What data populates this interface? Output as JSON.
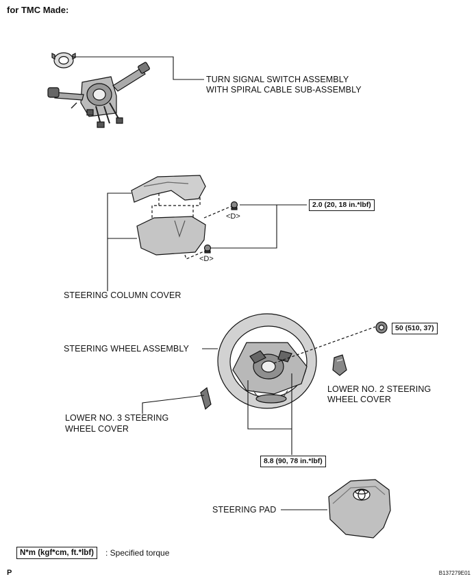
{
  "heading": "for TMC Made:",
  "labels": {
    "turn_signal_line1": "TURN SIGNAL SWITCH ASSEMBLY",
    "turn_signal_line2": "WITH SPIRAL CABLE SUB-ASSEMBLY",
    "steering_column_cover": "STEERING COLUMN COVER",
    "steering_wheel_assembly": "STEERING WHEEL ASSEMBLY",
    "lower_no2_line1": "LOWER NO. 2 STEERING",
    "lower_no2_line2": "WHEEL COVER",
    "lower_no3_line1": "LOWER NO. 3 STEERING",
    "lower_no3_line2": "WHEEL COVER",
    "steering_pad": "STEERING PAD"
  },
  "torques": {
    "column_cover": "2.0 (20, 18 in.*lbf)",
    "wheel_nut": "50 (510, 37)",
    "wheel_lower": "8.8 (90, 78 in.*lbf)"
  },
  "tags": {
    "d_upper": "<D>",
    "d_lower": "<D>"
  },
  "legend": {
    "box": "N*m (kgf*cm, ft.*lbf)",
    "text": ": Specified torque"
  },
  "corner": {
    "left": "P",
    "right": "B137279E01"
  }
}
